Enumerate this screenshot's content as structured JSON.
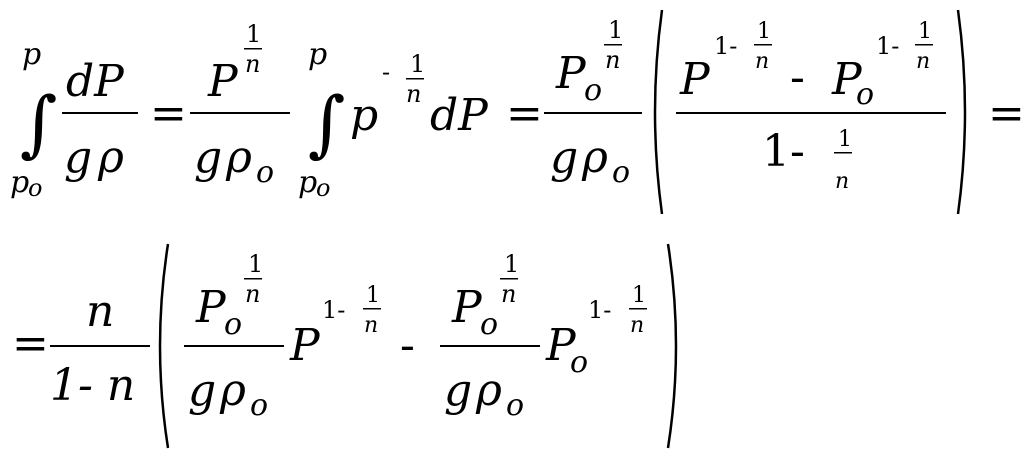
{
  "line1": {
    "int_lower": "p",
    "int_lower_sub": "o",
    "int_upper": "p",
    "frac1_num": "dP",
    "frac1_den_g": "g",
    "frac1_den_rho": "ρ",
    "eq": "=",
    "frac2_num_base": "P",
    "frac2_num_exp_num": "1",
    "frac2_num_exp_den": "n",
    "frac2_den_g": "g",
    "frac2_den_rho": "ρ",
    "frac2_den_sub": "o",
    "int2_lower": "p",
    "int2_lower_sub": "o",
    "int2_upper": "p",
    "integrand_base": "p",
    "integrand_exp_sign": "-",
    "integrand_exp_num": "1",
    "integrand_exp_den": "n",
    "integrand_diff": "dP",
    "frac3_num_base": "P",
    "frac3_num_sub": "o",
    "frac3_num_exp_num": "1",
    "frac3_num_exp_den": "n",
    "frac3_den_g": "g",
    "frac3_den_rho": "ρ",
    "frac3_den_sub": "o",
    "paren_num_P1": "P",
    "paren_num_P1_exp_lead": "1-",
    "paren_num_P1_exp_num": "1",
    "paren_num_P1_exp_den": "n",
    "paren_num_minus": "-",
    "paren_num_P2": "P",
    "paren_num_P2_sub": "o",
    "paren_num_P2_exp_lead": "1-",
    "paren_num_P2_exp_num": "1",
    "paren_num_P2_exp_den": "n",
    "paren_den_lead": "1-",
    "paren_den_num": "1",
    "paren_den_den": "n",
    "eq_end": "="
  },
  "line2": {
    "eq": "=",
    "frac_num": "n",
    "frac_den": "1- n",
    "t1_num_base": "P",
    "t1_num_sub": "o",
    "t1_num_exp_num": "1",
    "t1_num_exp_den": "n",
    "t1_den_g": "g",
    "t1_den_rho": "ρ",
    "t1_den_sub": "o",
    "t1_factor": "P",
    "t1_factor_exp_lead": "1-",
    "t1_factor_exp_num": "1",
    "t1_factor_exp_den": "n",
    "minus": "-",
    "t2_num_base": "P",
    "t2_num_sub": "o",
    "t2_num_exp_num": "1",
    "t2_num_exp_den": "n",
    "t2_den_g": "g",
    "t2_den_rho": "ρ",
    "t2_den_sub": "o",
    "t2_factor": "P",
    "t2_factor_sub": "o",
    "t2_factor_exp_lead": "1-",
    "t2_factor_exp_num": "1",
    "t2_factor_exp_den": "n"
  }
}
